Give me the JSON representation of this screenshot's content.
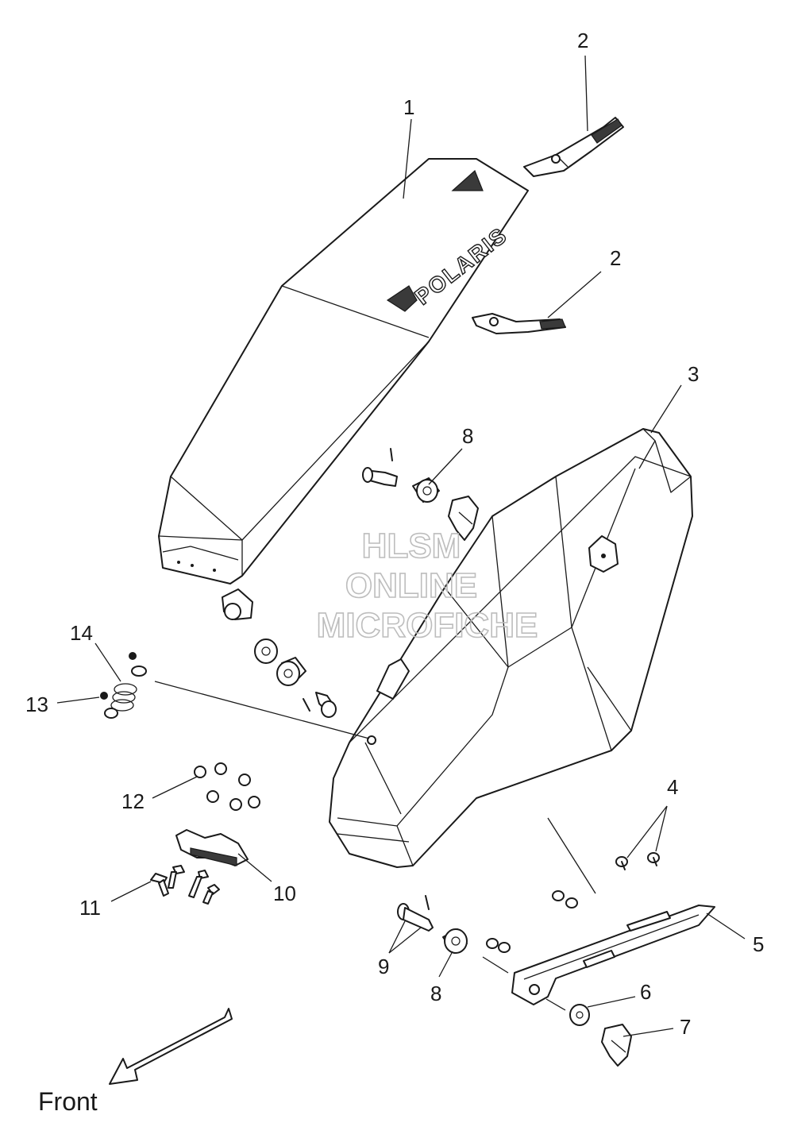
{
  "watermark": {
    "line1": "HLSM",
    "line2": "ONLINE",
    "line3": "MICROFICHE"
  },
  "direction_label": "Front",
  "lid_logo": "POLARIS",
  "callouts": [
    {
      "id": "c1",
      "label": "1"
    },
    {
      "id": "c2a",
      "label": "2"
    },
    {
      "id": "c2b",
      "label": "2"
    },
    {
      "id": "c3",
      "label": "3"
    },
    {
      "id": "c4",
      "label": "4"
    },
    {
      "id": "c5",
      "label": "5"
    },
    {
      "id": "c6",
      "label": "6"
    },
    {
      "id": "c7",
      "label": "7"
    },
    {
      "id": "c8a",
      "label": "8"
    },
    {
      "id": "c8b",
      "label": "8"
    },
    {
      "id": "c9",
      "label": "9"
    },
    {
      "id": "c10",
      "label": "10"
    },
    {
      "id": "c11",
      "label": "11"
    },
    {
      "id": "c12",
      "label": "12"
    },
    {
      "id": "c13",
      "label": "13"
    },
    {
      "id": "c14",
      "label": "14"
    }
  ]
}
